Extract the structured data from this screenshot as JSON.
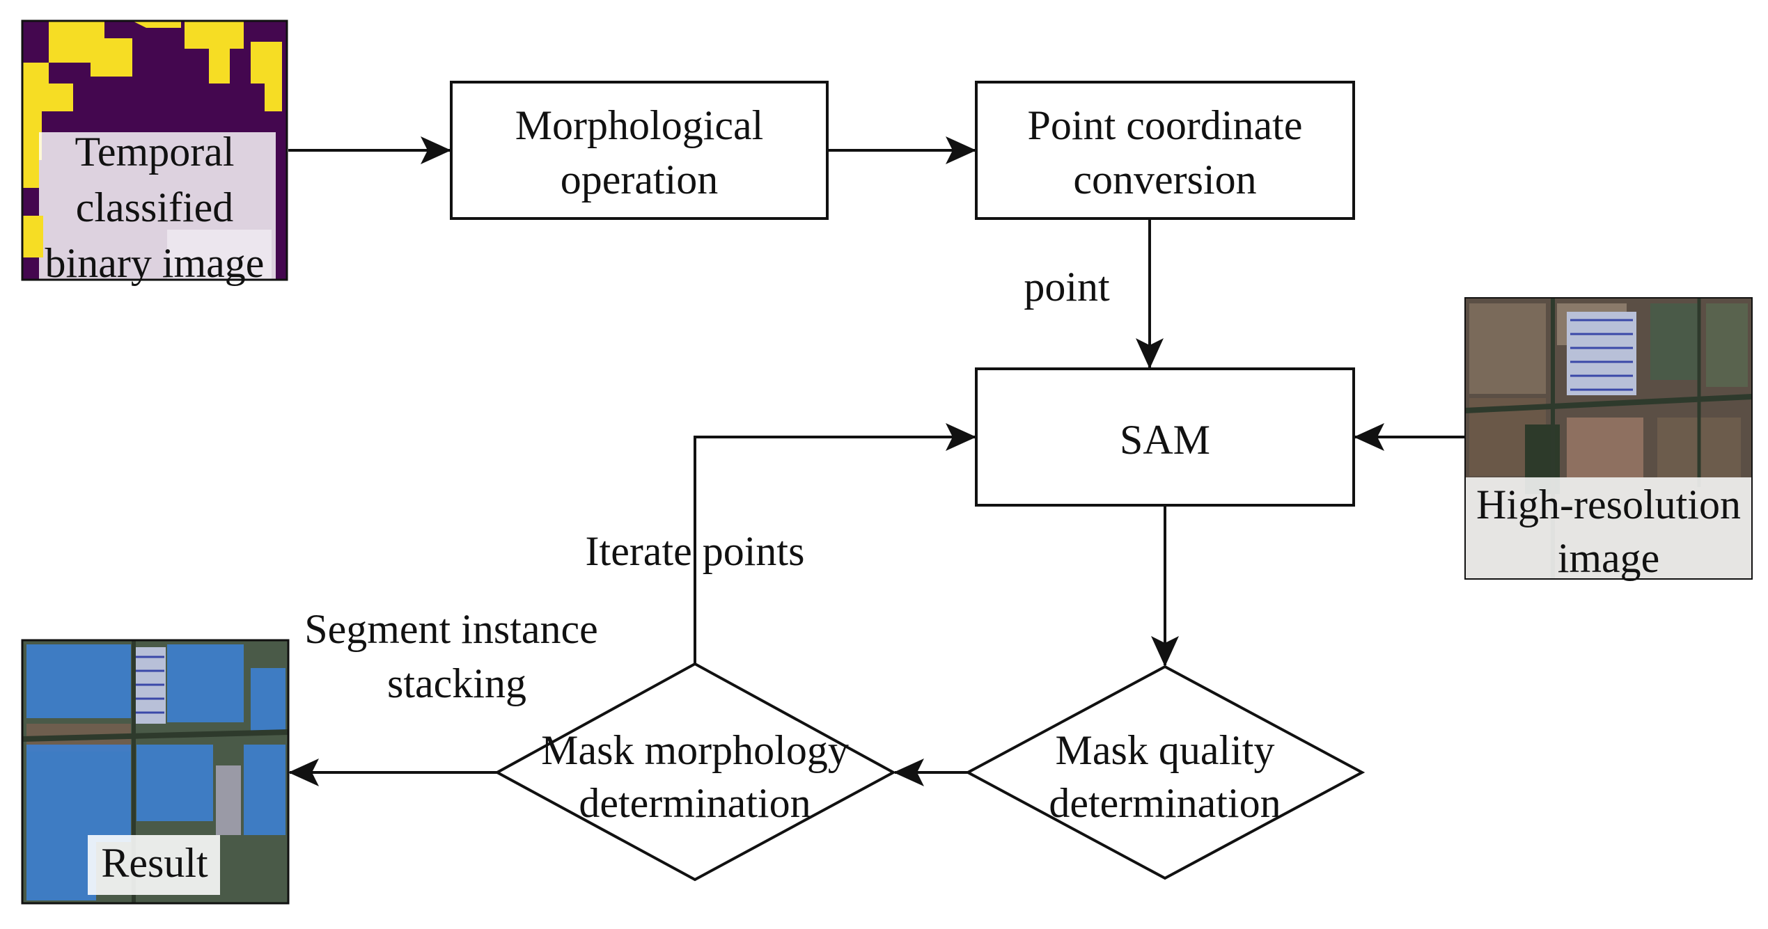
{
  "nodes": {
    "morphological": {
      "line1": "Morphological",
      "line2": "operation"
    },
    "point_conversion": {
      "line1": "Point coordinate",
      "line2": "conversion"
    },
    "sam": {
      "label": "SAM"
    },
    "mask_quality": {
      "line1": "Mask quality",
      "line2": "determination"
    },
    "mask_morphology": {
      "line1": "Mask morphology",
      "line2": "determination"
    }
  },
  "images": {
    "temporal": {
      "line1": "Temporal",
      "line2": "classified",
      "line3": "binary image"
    },
    "high_res": {
      "line1": "High-resolution",
      "line2": "image"
    },
    "result": {
      "label": "Result"
    }
  },
  "edge_labels": {
    "point": "point",
    "iterate": "Iterate points",
    "segment_line1": "Segment instance",
    "segment_line2": "stacking"
  },
  "colors": {
    "stroke": "#111111",
    "binary_dark": "#44074f",
    "binary_yellow": "#f6dd24",
    "satellite_soil": "#6e5e4e",
    "mask_blue": "#3d7fd0"
  }
}
